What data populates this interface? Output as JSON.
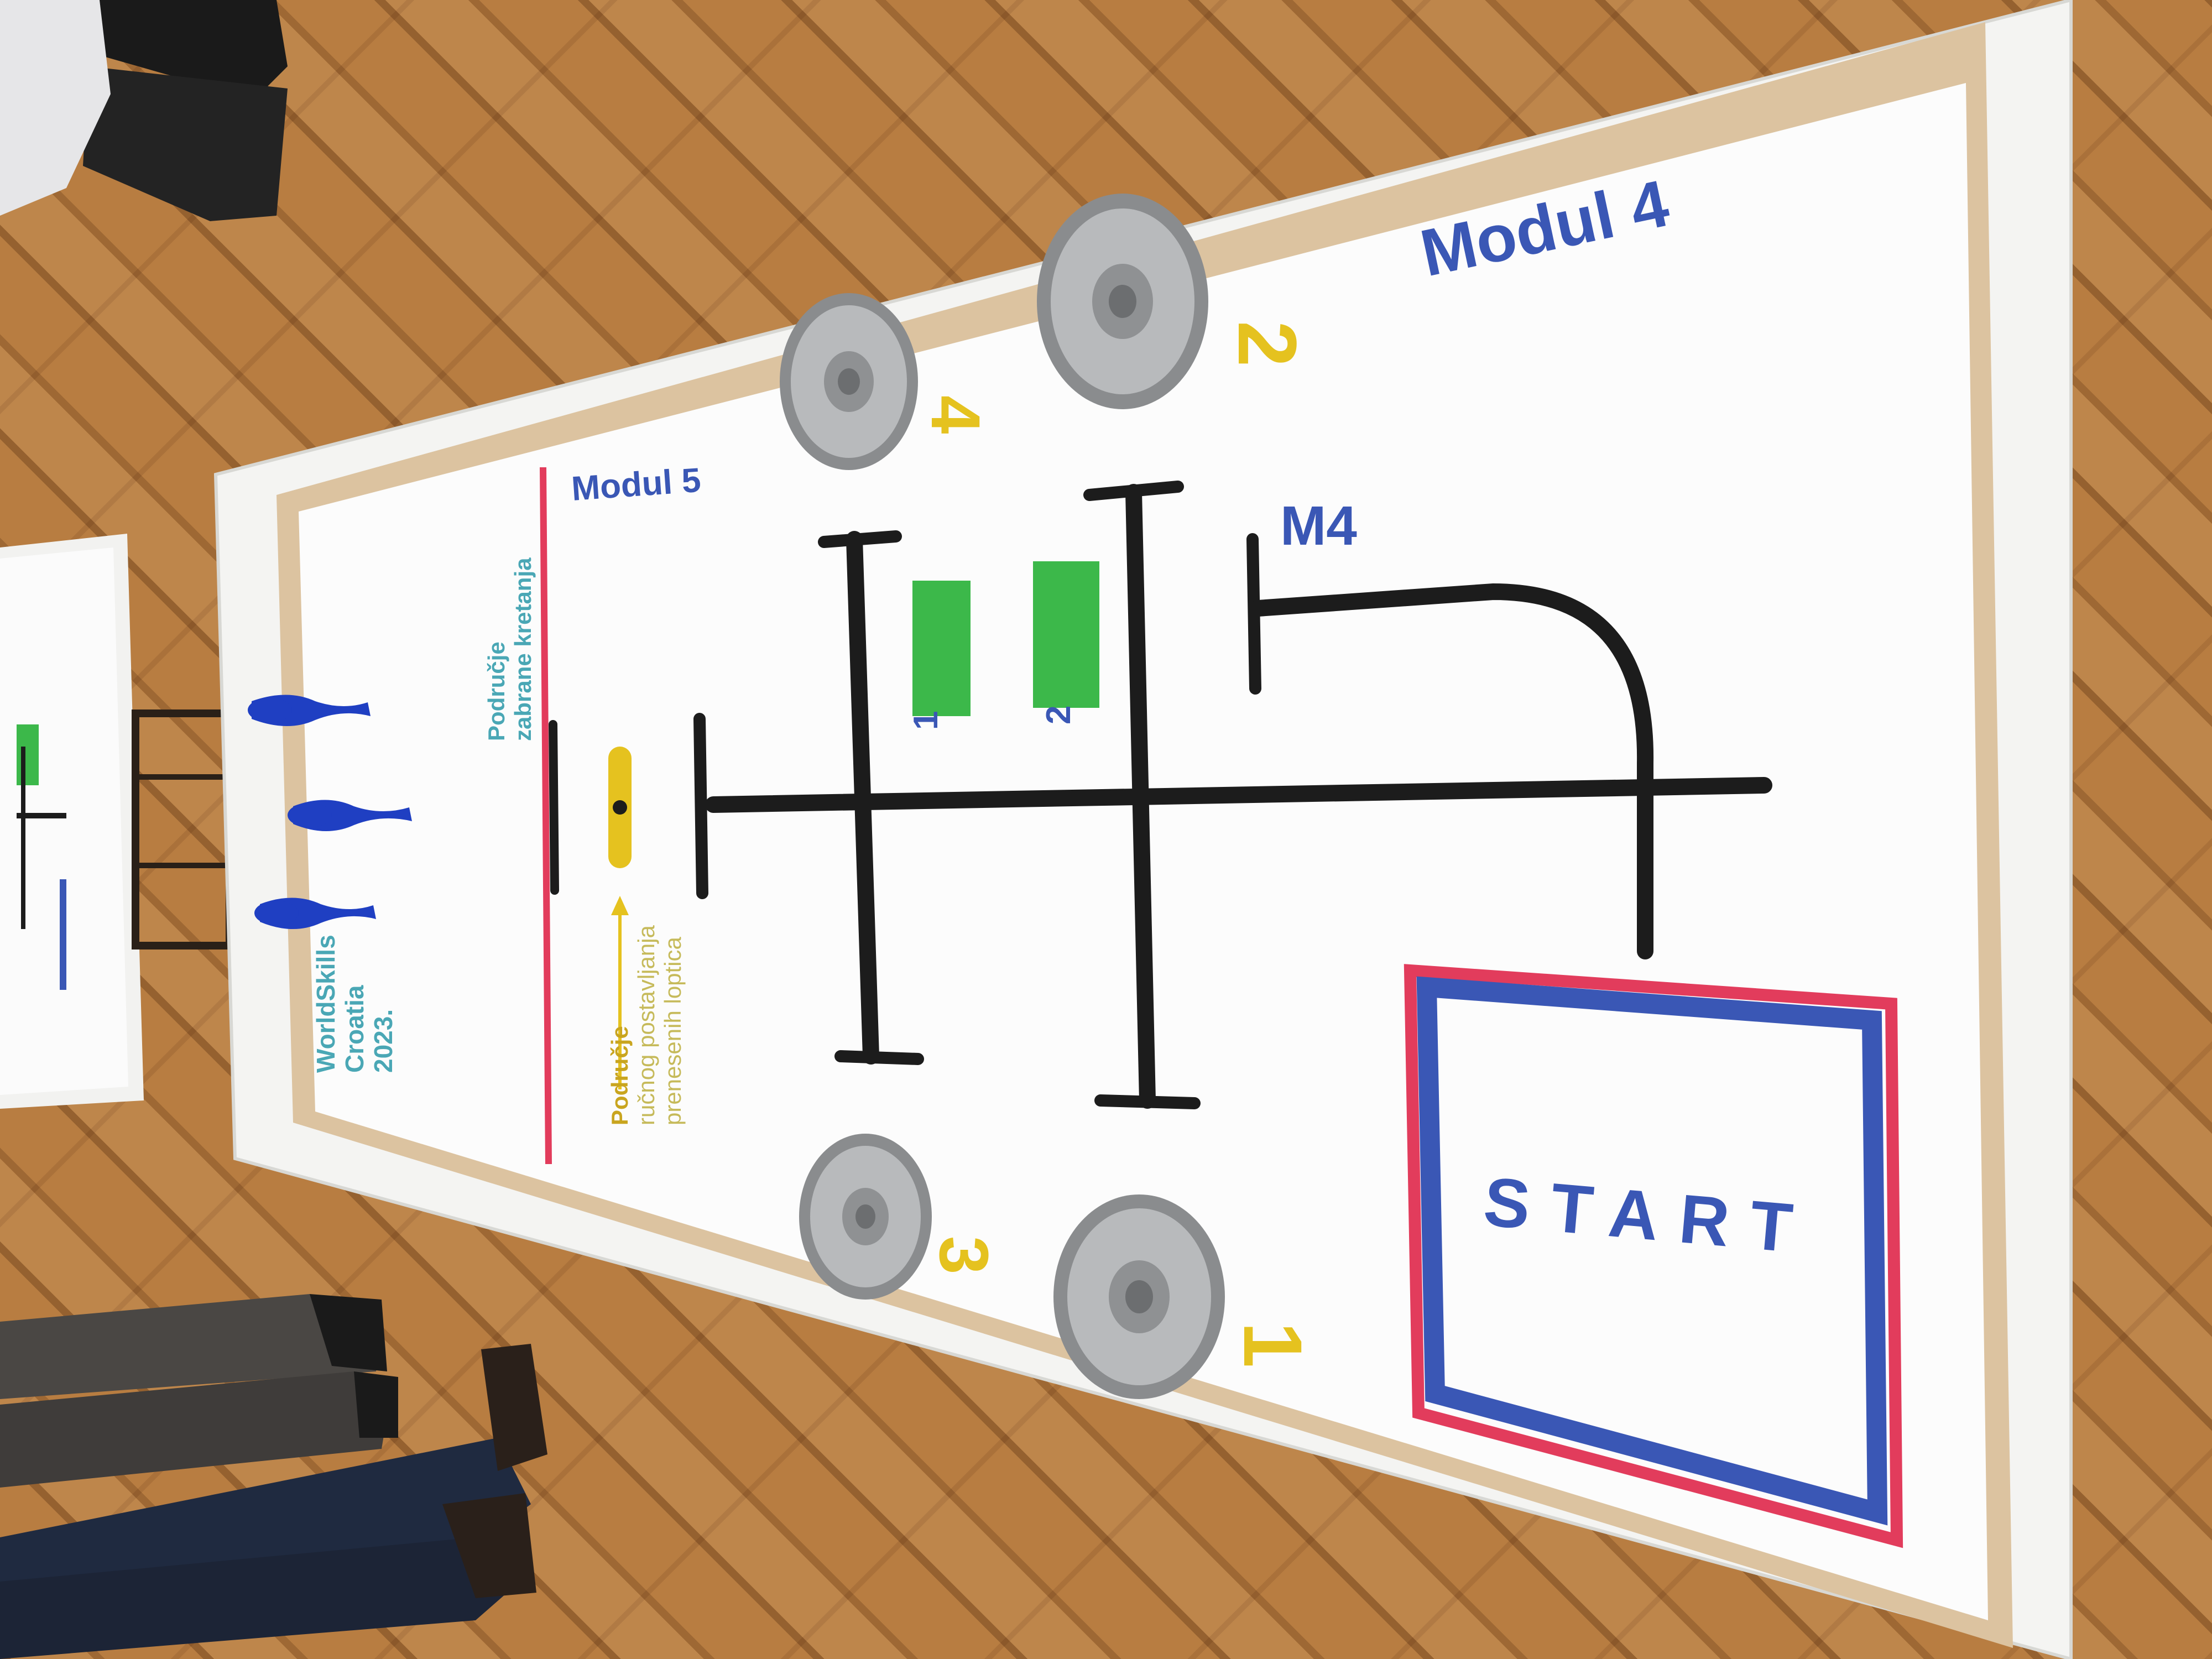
{
  "mat": {
    "module4_title": "Modul 4",
    "module5_title": "Modul 5",
    "m4_label": "M4",
    "start_label": "START",
    "forbidden_zone": [
      "Područje",
      "zabrane kretanja"
    ],
    "placement_zone": [
      "Područje",
      "ručnog postavljanja",
      "prenesenih loptica"
    ],
    "branding": [
      "WorldSkills",
      "Croatia",
      "2023."
    ],
    "wheel_numbers": [
      "1",
      "2",
      "3",
      "4"
    ],
    "green_box_numbers": [
      "1",
      "2"
    ]
  },
  "colors": {
    "module_blue": "#3a57b5",
    "number_yellow": "#e5c21f",
    "start_red": "#e23c5c",
    "green_box": "#3cb84a",
    "teal_text": "#4aa7b5",
    "line_black": "#1c1c1c",
    "pin_blue": "#1f3fc2"
  }
}
